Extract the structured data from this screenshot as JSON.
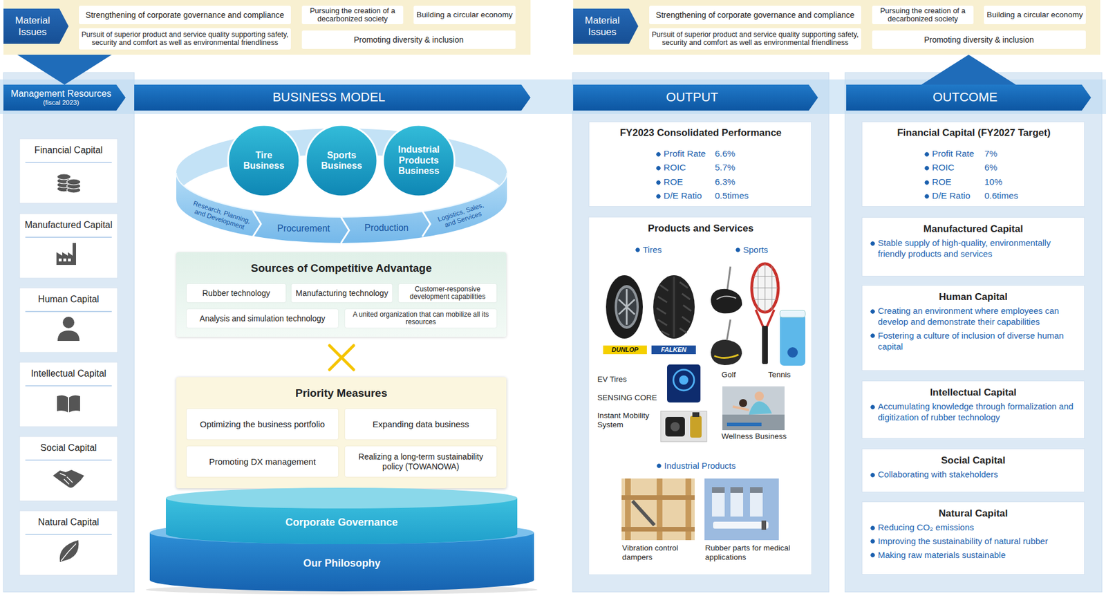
{
  "diagram": {
    "nodes": [
      {
        "text": [
          "Material Issues"
        ]
      },
      {
        "text": [
          "Strengthening of corporate governance and compliance"
        ]
      },
      {
        "text": [
          "Pursuing the creation of a decarbonized society"
        ]
      },
      {
        "text": [
          "Building a circular economy"
        ]
      },
      {
        "text": [
          "Pursuit of superior product and service quality supporting safety, security and comfort as well as environmental friendliness"
        ]
      },
      {
        "text": [
          "Promoting diversity & inclusion"
        ]
      },
      {
        "text": [
          "Material Issues"
        ]
      },
      {
        "text": [
          "Strengthening of corporate governance and compliance"
        ]
      },
      {
        "text": [
          "Pursuing the creation of a decarbonized society"
        ]
      },
      {
        "text": [
          "Building a circular economy"
        ]
      },
      {
        "text": [
          "Pursuit of superior product and service quality supporting safety, security and comfort as well as environmental friendliness"
        ]
      },
      {
        "text": [
          "Promoting diversity & inclusion"
        ]
      },
      {
        "text": [
          "Management Resources",
          "(fiscal 2023)"
        ]
      },
      {
        "text": [
          "BUSINESS MODEL"
        ]
      },
      {
        "text": [
          "OUTPUT"
        ]
      },
      {
        "text": [
          "OUTCOME"
        ]
      },
      {
        "text": [
          "Financial Capital"
        ]
      },
      {
        "text": [
          "Manufactured Capital"
        ]
      },
      {
        "text": [
          "Human Capital"
        ]
      },
      {
        "text": [
          "Intellectual Capital"
        ]
      },
      {
        "text": [
          "Social Capital"
        ]
      },
      {
        "text": [
          "Natural Capital"
        ]
      },
      {
        "text": [
          "Tire Business"
        ]
      },
      {
        "text": [
          "Sports Business"
        ]
      },
      {
        "text": [
          "Industrial Products Business"
        ]
      },
      {
        "text": [
          "Research, Planning, and Development"
        ]
      },
      {
        "text": [
          "Procurement"
        ]
      },
      {
        "text": [
          "Production"
        ]
      },
      {
        "text": [
          "Logistics, Sales, and Services"
        ]
      },
      {
        "text": [
          "Sources of Competitive Advantage"
        ]
      },
      {
        "text": [
          "Rubber technology"
        ],
        "in": 29
      },
      {
        "text": [
          "Manufacturing technology"
        ],
        "in": 29
      },
      {
        "text": [
          "Customer-responsive development capabilities"
        ],
        "in": 29
      },
      {
        "text": [
          "Analysis and simulation technology"
        ],
        "in": 29
      },
      {
        "text": [
          "A united organization that can mobilize all its resources"
        ],
        "in": 29
      },
      {
        "text": [
          "Priority Measures"
        ]
      },
      {
        "text": [
          "Optimizing the business portfolio"
        ],
        "in": 35
      },
      {
        "text": [
          "Expanding data business"
        ],
        "in": 35
      },
      {
        "text": [
          "Promoting DX management"
        ],
        "in": 35
      },
      {
        "text": [
          "Realizing a long-term sustainability policy (TOWANOWA)"
        ],
        "in": 35
      },
      {
        "text": [
          "Corporate Governance"
        ]
      },
      {
        "text": [
          "Our Philosophy"
        ]
      },
      {
        "text": [
          "FY2023 Consolidated Performance",
          "Profit Rate",
          "6.6%",
          "ROIC",
          "5.7%",
          "ROE",
          "6.3%",
          "D/E Ratio",
          "0.5times"
        ]
      },
      {
        "text": [
          "Products and Services",
          "Tires",
          "Sports",
          "EV Tires",
          "SENSING CORE",
          "Instant Mobility System",
          "Golf",
          "Tennis",
          "Wellness Business",
          "Industrial Products",
          "Vibration control dampers",
          "Rubber parts for medical applications"
        ]
      },
      {
        "text": [
          "Financial Capital (FY2027 Target)",
          "Profit Rate",
          "7%",
          "ROIC",
          "6%",
          "ROE",
          "10%",
          "D/E Ratio",
          "0.6times"
        ]
      },
      {
        "text": [
          "Manufactured Capital",
          "Stable supply of high-quality, environmentally friendly products and services"
        ]
      },
      {
        "text": [
          "Human Capital",
          "Creating an environment where employees can develop and demonstrate their capabilities",
          "Fostering a culture of inclusion of diverse human capital"
        ]
      },
      {
        "text": [
          "Intellectual Capital",
          "Accumulating knowledge through formalization and digitization of rubber technology"
        ]
      },
      {
        "text": [
          "Social Capital",
          "Collaborating with stakeholders"
        ]
      },
      {
        "text": [
          "Natural Capital",
          "Reducing CO₂ emissions",
          "Improving the sustainability of natural rubber",
          "Making raw materials sustainable"
        ]
      }
    ],
    "edges": [
      {
        "from": 0,
        "to": 12,
        "arrow": "to"
      },
      {
        "from": 15,
        "to": 6,
        "arrow": "to"
      }
    ],
    "labels": [
      "DUNLOP",
      "FALKEN"
    ]
  }
}
